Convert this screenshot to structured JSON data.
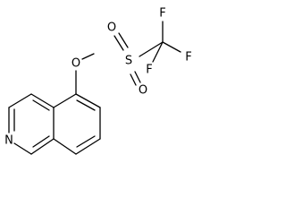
{
  "molecule": {
    "atoms": {
      "n": "N",
      "o_ester": "O",
      "s": "S",
      "o_top": "O",
      "o_bottom": "O",
      "f_top": "F",
      "f_right": "F",
      "f_lower": "F"
    }
  }
}
